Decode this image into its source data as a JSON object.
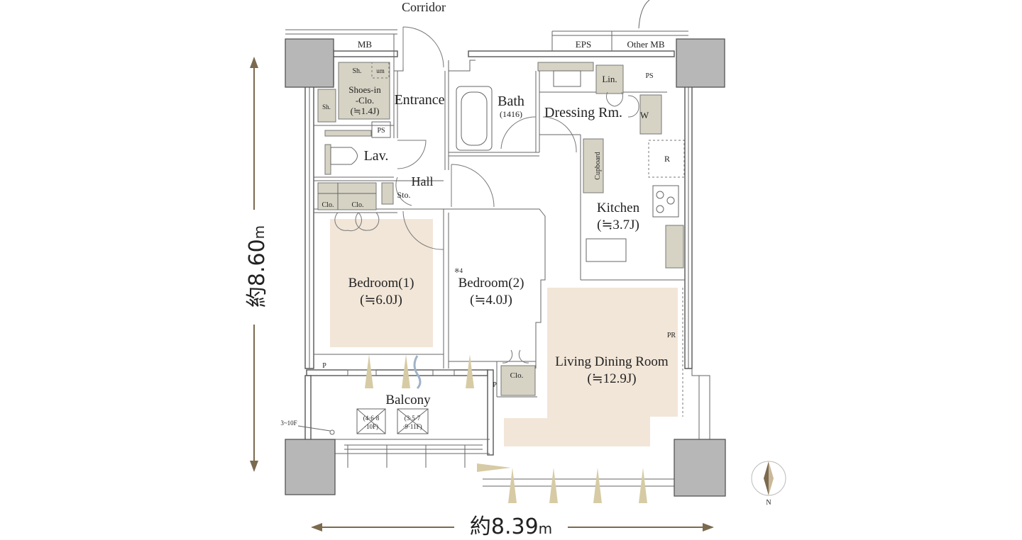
{
  "labels": {
    "corridor": "Corridor",
    "mb": "MB",
    "eps": "EPS",
    "other_mb": "Other MB",
    "sh_top": "Sh.",
    "um": "um",
    "shoes_line1": "Shoes-in",
    "shoes_line2": "-Clo.",
    "shoes_line3": "(≒1.4J)",
    "sh_left": "Sh.",
    "entrance": "Entrance",
    "bath": "Bath",
    "bath_size": "(1416)",
    "lin": "Lin.",
    "ps_top": "PS",
    "dressing": "Dressing Rm.",
    "w": "W",
    "ps_mid": "PS",
    "lav": "Lav.",
    "cupboard": "Cupboard",
    "r": "R",
    "hall": "Hall",
    "sto": "Sto.",
    "clo1": "Clo.",
    "clo2": "Clo.",
    "kitchen": "Kitchen",
    "kitchen_size": "(≒3.7J)",
    "bed1": "Bedroom(1)",
    "bed1_size": "(≒6.0J)",
    "note4": "※4",
    "bed2": "Bedroom(2)",
    "bed2_size": "(≒4.0J)",
    "pr": "PR",
    "ldr": "Living Dining Room",
    "ldr_size": "(≒12.9J)",
    "p1": "P",
    "clo3": "Clo.",
    "p2": "P",
    "balcony": "Balcony",
    "floors_a1": "(4·6·8",
    "floors_a2": "·10F)",
    "floors_b1": "(3·5·7",
    "floors_b2": "·9·11F)",
    "floors_c": "3~10F",
    "compass_n": "N"
  },
  "dimensions": {
    "height_prefix": "約",
    "height_value": "8.60",
    "height_unit": "m",
    "width_prefix": "約",
    "width_value": "8.39",
    "width_unit": "m"
  },
  "colors": {
    "floor": "#f2e6d8",
    "fixture": "#d6d3c4",
    "column": "#b7b7b7",
    "dim_arrow": "#7b6a4e",
    "light": "#d6cba4"
  }
}
